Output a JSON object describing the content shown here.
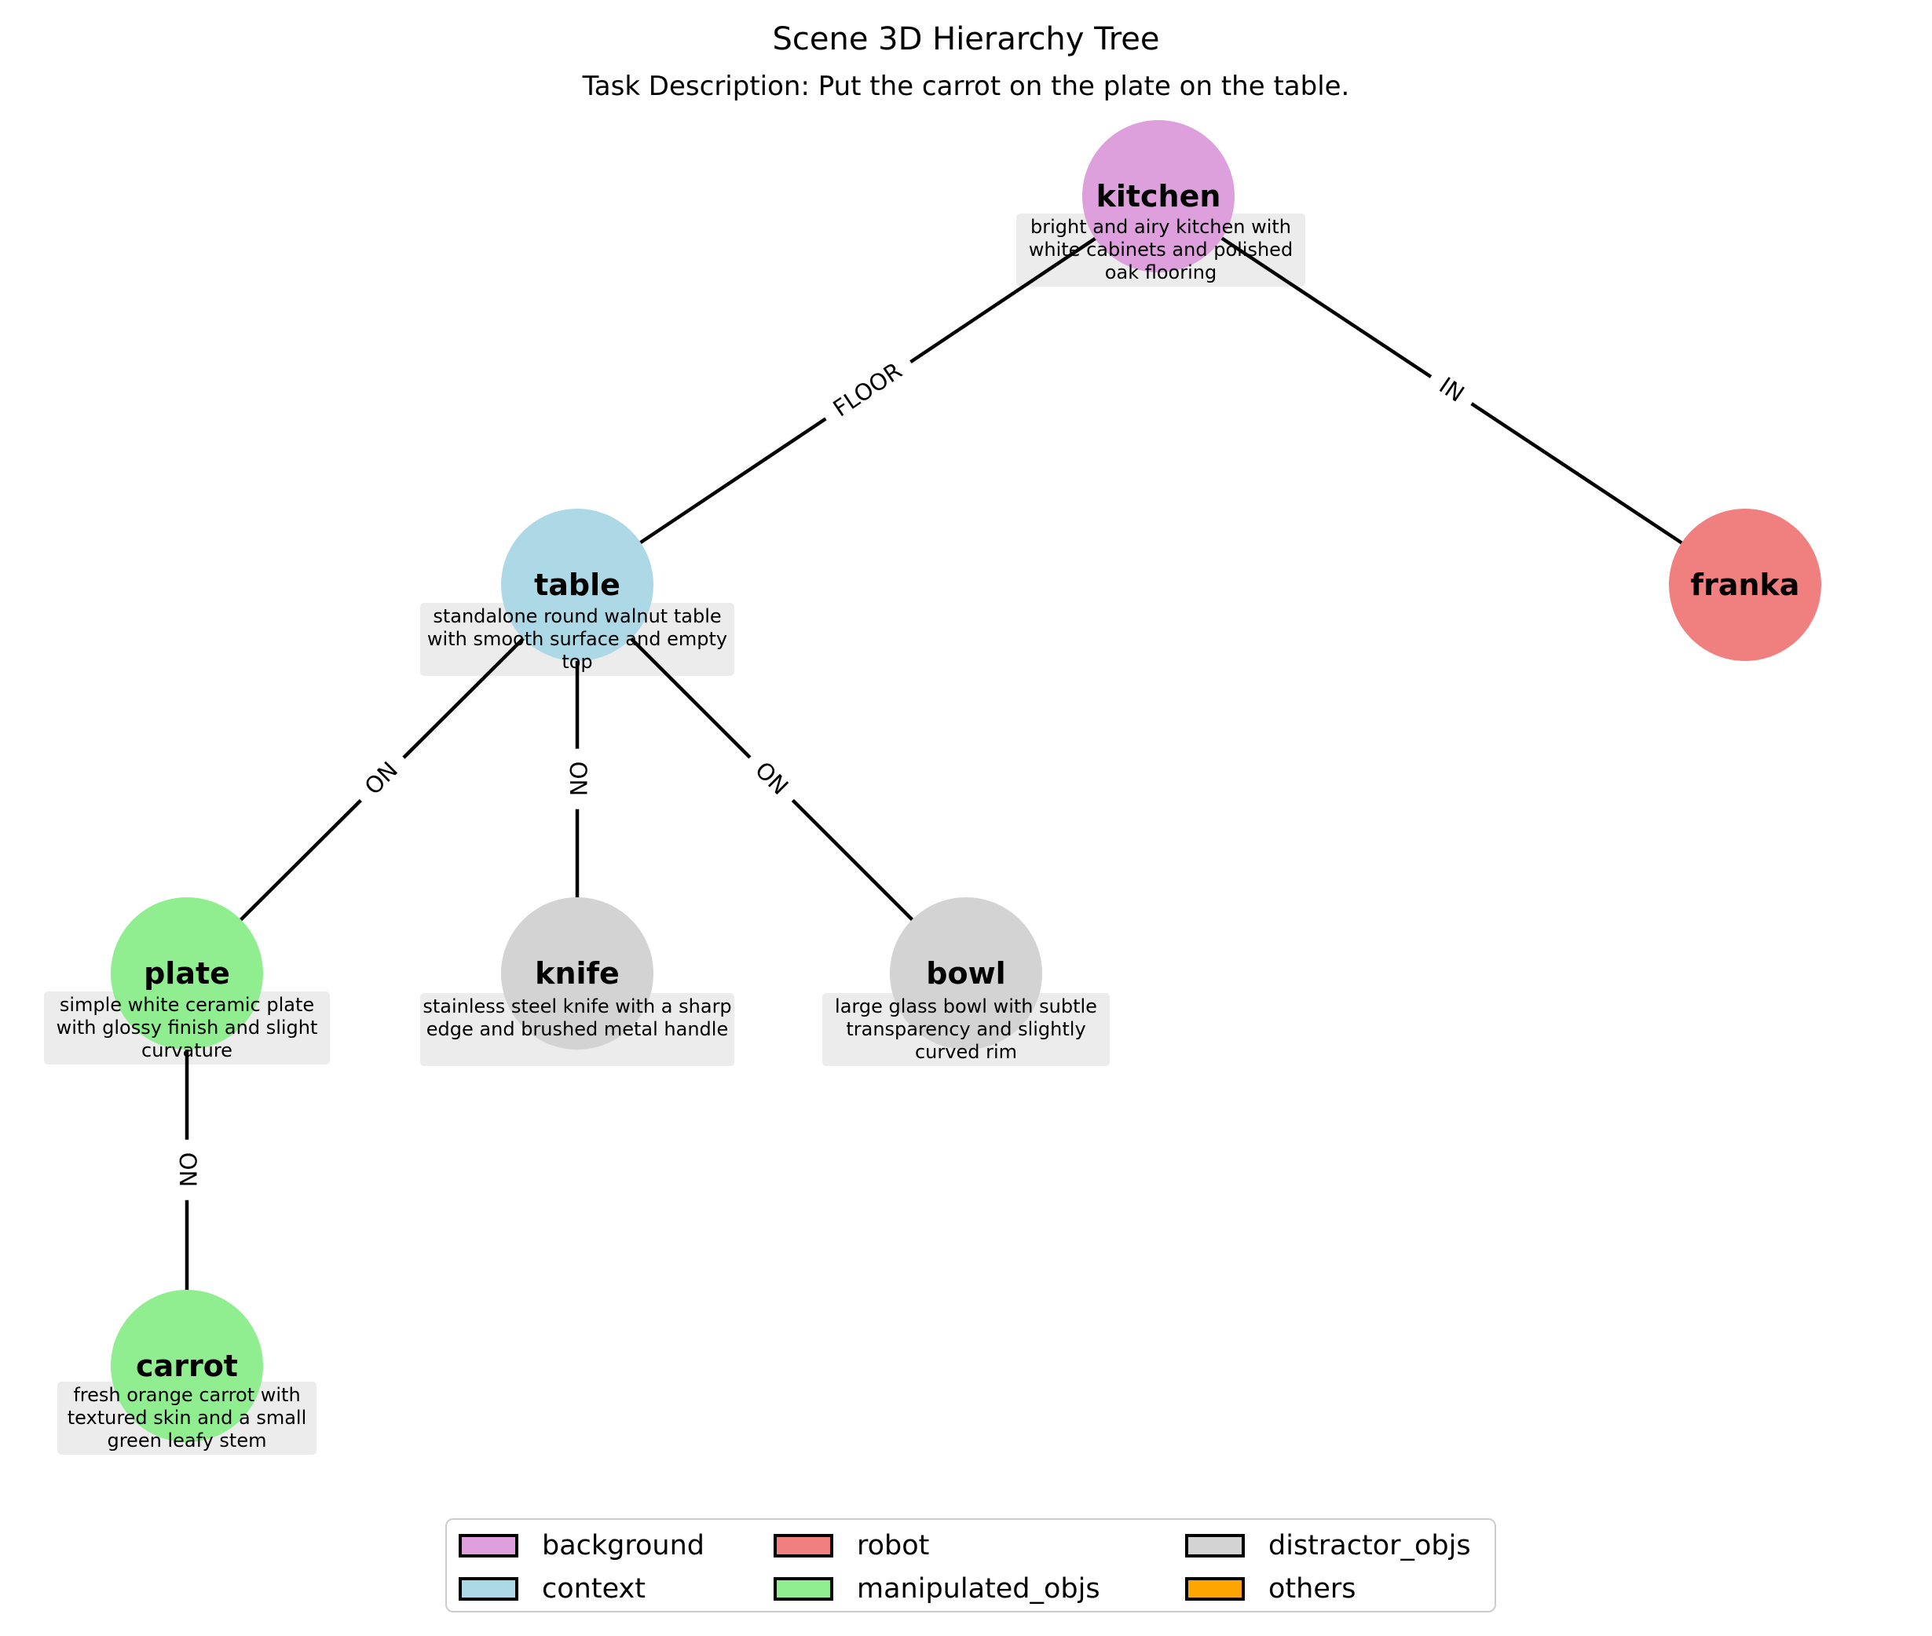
{
  "title": "Scene 3D Hierarchy Tree",
  "subtitle": "Task Description: Put the carrot on the plate on the table.",
  "nodes": {
    "kitchen": {
      "label": "kitchen",
      "category": "background",
      "color": "#DDA0DD",
      "desc": "bright and airy kitchen with white cabinets and polished oak flooring"
    },
    "table": {
      "label": "table",
      "category": "context",
      "color": "#ADD8E6",
      "desc": "standalone round walnut table with smooth surface and empty top"
    },
    "franka": {
      "label": "franka",
      "category": "robot",
      "color": "#F08080",
      "desc": ""
    },
    "plate": {
      "label": "plate",
      "category": "manipulated_objs",
      "color": "#90EE90",
      "desc": "simple white ceramic plate with glossy finish and slight curvature"
    },
    "knife": {
      "label": "knife",
      "category": "distractor_objs",
      "color": "#D3D3D3",
      "desc": "stainless steel knife with a sharp edge and brushed metal handle"
    },
    "bowl": {
      "label": "bowl",
      "category": "distractor_objs",
      "color": "#D3D3D3",
      "desc": "large glass bowl with subtle transparency and slightly curved rim"
    },
    "carrot": {
      "label": "carrot",
      "category": "manipulated_objs",
      "color": "#90EE90",
      "desc": "fresh orange carrot with textured skin and a small green leafy stem"
    }
  },
  "edges": [
    {
      "from": "kitchen",
      "to": "table",
      "label": "FLOOR"
    },
    {
      "from": "kitchen",
      "to": "franka",
      "label": "IN"
    },
    {
      "from": "table",
      "to": "plate",
      "label": "ON"
    },
    {
      "from": "table",
      "to": "knife",
      "label": "ON"
    },
    {
      "from": "table",
      "to": "bowl",
      "label": "ON"
    },
    {
      "from": "plate",
      "to": "carrot",
      "label": "ON"
    }
  ],
  "legend": {
    "items": [
      {
        "label": "background",
        "color": "#DDA0DD"
      },
      {
        "label": "robot",
        "color": "#F08080"
      },
      {
        "label": "distractor_objs",
        "color": "#D3D3D3"
      },
      {
        "label": "context",
        "color": "#ADD8E6"
      },
      {
        "label": "manipulated_objs",
        "color": "#90EE90"
      },
      {
        "label": "others",
        "color": "#FFA500"
      }
    ]
  },
  "colors": {
    "edge_line": "#000000",
    "edge_label_bg": "#ffffff",
    "desc_box_bg": "#ececec",
    "figure_bg": "#ffffff"
  }
}
